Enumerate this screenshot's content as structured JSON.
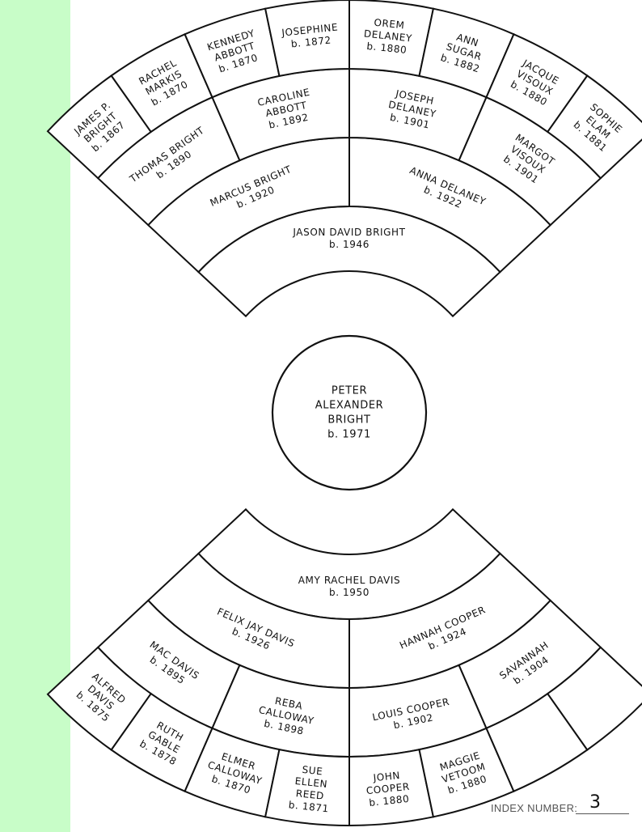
{
  "colors": {
    "side_strip": "#c8fdc8",
    "ink": "#111111"
  },
  "root": {
    "lines": [
      "PETER",
      "ALEXANDER",
      "BRIGHT",
      "b. 1971"
    ]
  },
  "upper_fan": {
    "gen1": [
      {
        "lines": [
          "JASON DAVID BRIGHT",
          "b. 1946"
        ]
      }
    ],
    "gen2": [
      {
        "lines": [
          "MARCUS BRIGHT",
          "b. 1920"
        ]
      },
      {
        "lines": [
          "ANNA DELANEY",
          "b. 1922"
        ]
      }
    ],
    "gen3": [
      {
        "lines": [
          "THOMAS BRIGHT",
          "b. 1890"
        ]
      },
      {
        "lines": [
          "CAROLINE",
          "ABBOTT",
          "b. 1892"
        ]
      },
      {
        "lines": [
          "JOSEPH",
          "DELANEY",
          "b. 1901"
        ]
      },
      {
        "lines": [
          "MARGOT",
          "VISOUX",
          "b. 1901"
        ]
      }
    ],
    "gen4": [
      {
        "lines": [
          "JAMES P.",
          "BRIGHT",
          "b. 1867"
        ]
      },
      {
        "lines": [
          "RACHEL",
          "MARKIS",
          "b. 1870"
        ]
      },
      {
        "lines": [
          "KENNEDY",
          "ABBOTT",
          "b. 1870"
        ]
      },
      {
        "lines": [
          "JOSEPHINE",
          "b. 1872"
        ]
      },
      {
        "lines": [
          "OREM",
          "DELANEY",
          "b. 1880"
        ]
      },
      {
        "lines": [
          "ANN",
          "SUGAR",
          "b. 1882"
        ]
      },
      {
        "lines": [
          "JACQUE",
          "VISOUX",
          "b. 1880"
        ]
      },
      {
        "lines": [
          "SOPHIE",
          "ELAM",
          "b. 1881"
        ]
      }
    ]
  },
  "lower_fan": {
    "gen1": [
      {
        "lines": [
          "AMY RACHEL DAVIS",
          "b. 1950"
        ]
      }
    ],
    "gen2": [
      {
        "lines": [
          "FELIX JAY DAVIS",
          "b. 1926"
        ]
      },
      {
        "lines": [
          "HANNAH COOPER",
          "b. 1924"
        ]
      }
    ],
    "gen3": [
      {
        "lines": [
          "MAC DAVIS",
          "b. 1895"
        ]
      },
      {
        "lines": [
          "REBA",
          "CALLOWAY",
          "b. 1898"
        ]
      },
      {
        "lines": [
          "LOUIS COOPER",
          "b. 1902"
        ]
      },
      {
        "lines": [
          "SAVANNAH",
          "b. 1904"
        ]
      }
    ],
    "gen4": [
      {
        "lines": [
          "ALFRED",
          "DAVIS",
          "b. 1875"
        ]
      },
      {
        "lines": [
          "RUTH",
          "GABLE",
          "b. 1878"
        ]
      },
      {
        "lines": [
          "ELMER",
          "CALLOWAY",
          "b. 1870"
        ]
      },
      {
        "lines": [
          "SUE",
          "ELLEN",
          "REED",
          "b. 1871"
        ]
      },
      {
        "lines": [
          "JOHN",
          "COOPER",
          "b. 1880"
        ]
      },
      {
        "lines": [
          "MAGGIE",
          "VETOOM",
          "b. 1880"
        ]
      },
      {
        "lines": []
      },
      {
        "lines": []
      }
    ]
  },
  "index": {
    "label": "INDEX NUMBER:",
    "value": "3"
  }
}
